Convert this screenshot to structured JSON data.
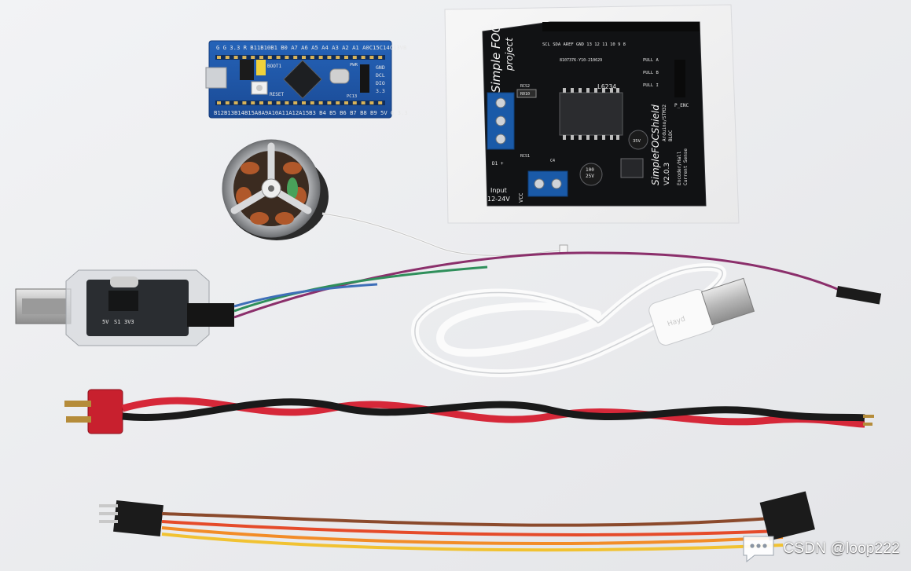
{
  "watermark": {
    "text": "CSDN @loop222",
    "icon": "chat-bubble-icon"
  },
  "stm32_board": {
    "top_pins": "G G 3.3 R B11B10B1 B0 A7 A6 A5 A4 A3 A2 A1 A0C15C14C13VB",
    "bottom_pins": "B12B13B14B15A8A9A10A11A12A15B3 B4 B5 B6 B7 B8 B9 5V G 3.3",
    "side_labels": [
      "GND",
      "DCL",
      "DIO",
      "3.3"
    ],
    "boot_label": "BOOT1",
    "reset_label": "RESET",
    "pwr_label": "PWR",
    "pc13_label": "PC13"
  },
  "foc_shield": {
    "title_line1": "Simple FOC",
    "title_line2": "project",
    "shield_name": "SimpleFOCShield",
    "version": "V2.0.3",
    "compat_line1": "Arduino/STM32",
    "compat_line2": "BLDC",
    "feature_line1": "Encoder/Hall",
    "feature_line2": "Current Sense",
    "driver_chip": "L6234",
    "serial": "8107376-Y10-210629",
    "input_line1": "Input",
    "input_line2": "12-24V",
    "vcc_label": "VCC",
    "penc_label": "P_ENC",
    "pull_labels": [
      "PULL A",
      "PULL B",
      "PULL I"
    ],
    "resistor_label": "R010",
    "rcs_labels": [
      "RCS2",
      "RCS1"
    ],
    "cap_labels": [
      "100",
      "25V"
    ],
    "cap_label_small": "35V",
    "header_pins": "SCL SDA AREF GND 13 12 11 10 9 8",
    "d1_label": "D1 +",
    "c_label": "C4"
  },
  "usb_ttl": {
    "labels": [
      "5V",
      "S1",
      "3V3"
    ]
  },
  "usb_cable": {
    "brand": "Hayd"
  },
  "colors": {
    "background": "#ecedef",
    "stm32_pcb": "#1f53a5",
    "shield_pcb": "#121212",
    "terminal_blue": "#1a5aa8",
    "wire_red": "#d62839",
    "wire_black": "#1a1a1a",
    "wire_purple": "#8b2f6b",
    "wire_green": "#2f8f5b"
  }
}
